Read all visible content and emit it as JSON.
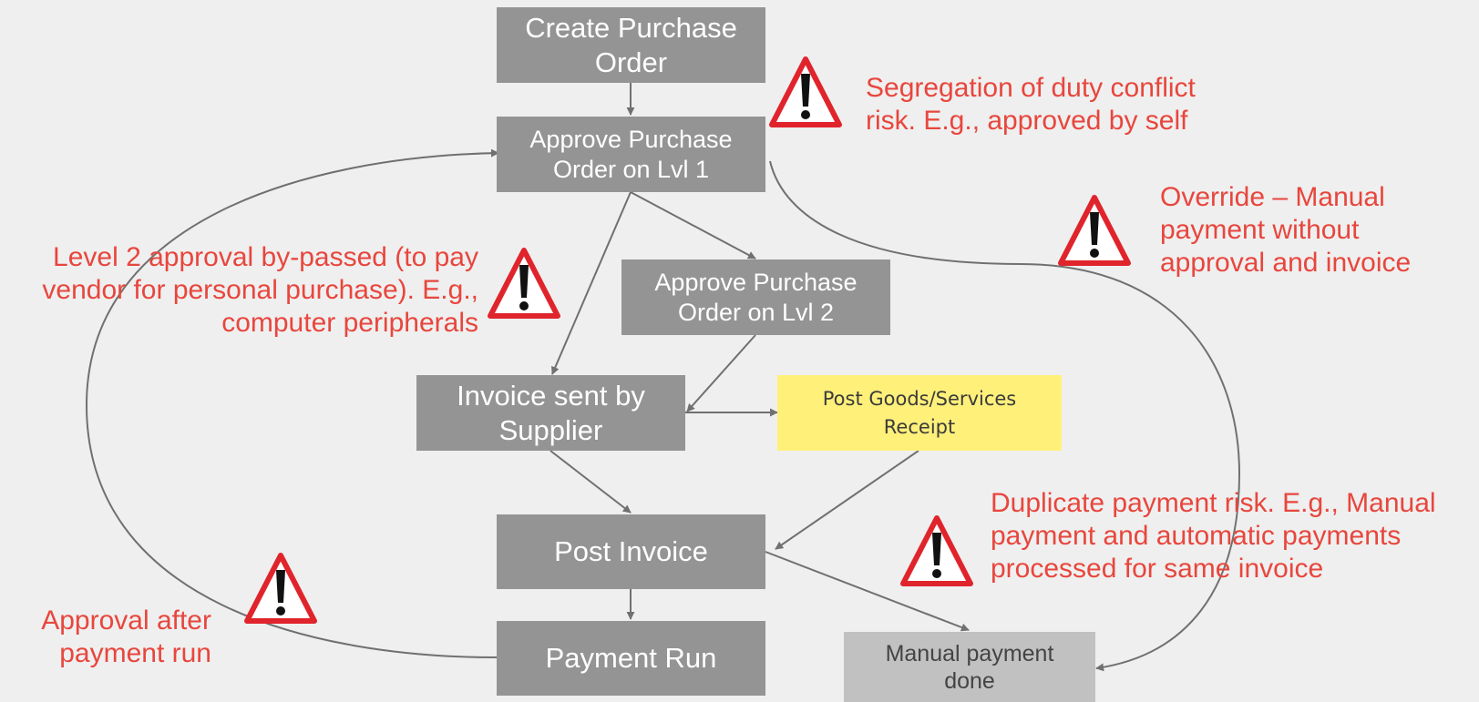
{
  "nodes": {
    "create_po": "Create Purchase Order",
    "approve_lvl1": "Approve Purchase Order on Lvl 1",
    "approve_lvl2": "Approve Purchase Order on Lvl 2",
    "invoice_sent": "Invoice sent by Supplier",
    "post_goods": "Post Goods/Services Receipt",
    "post_invoice": "Post Invoice",
    "payment_run": "Payment Run",
    "manual_payment": "Manual payment done"
  },
  "risks": {
    "segregation": "Segregation of duty conflict risk. E.g., approved by self",
    "override": "Override – Manual payment without approval and invoice",
    "level2_bypass": "Level 2 approval by-passed (to pay vendor for personal purchase). E.g., computer peripherals",
    "duplicate": "Duplicate payment risk. E.g., Manual payment and automatic payments processed for same invoice",
    "approval_after": "Approval after payment run"
  },
  "colors": {
    "process_box": "#949494",
    "goods_receipt_box": "#fff07a",
    "manual_payment_box": "#c1c1c1",
    "risk_text": "#e8463d",
    "warning_icon_border": "#e0242c",
    "connector": "#707070"
  },
  "icons": [
    "warning-triangle-icon"
  ]
}
